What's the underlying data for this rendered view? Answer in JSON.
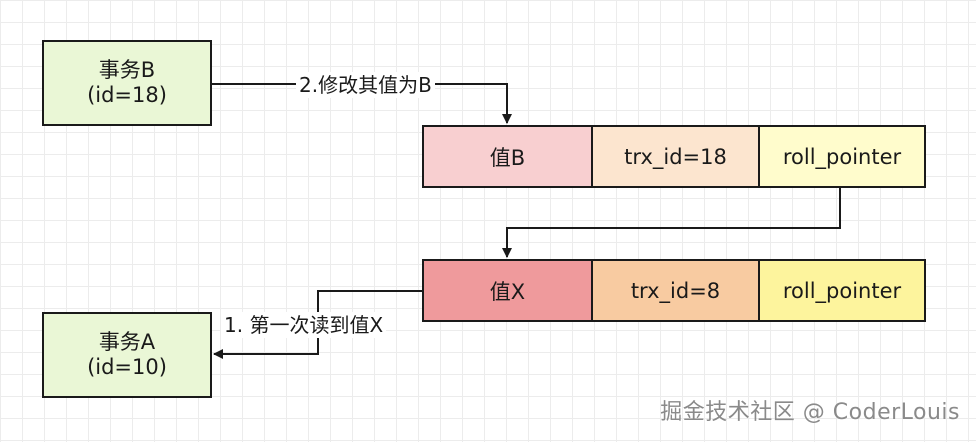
{
  "transactions": {
    "b": {
      "name": "事务B",
      "id": "(id=18)"
    },
    "a": {
      "name": "事务A",
      "id": "(id=10)"
    }
  },
  "versions": [
    {
      "value": "值B",
      "trx_id": "trx_id=18",
      "pointer": "roll_pointer"
    },
    {
      "value": "值X",
      "trx_id": "trx_id=8",
      "pointer": "roll_pointer"
    }
  ],
  "edges": {
    "modify": "2.修改其值为B",
    "read": "1. 第一次读到值X"
  },
  "watermark": "掘金技术社区 @ CoderLouis",
  "colors": {
    "transaction_fill": "#eaf7d6",
    "version_b_value": "#f8cfd0",
    "version_b_trx": "#fce5cf",
    "version_b_pointer": "#fffccc",
    "version_x_value": "#ef9a9c",
    "version_x_trx": "#f8cba1",
    "version_x_pointer": "#fdf49d",
    "line": "#1a1a1a"
  }
}
